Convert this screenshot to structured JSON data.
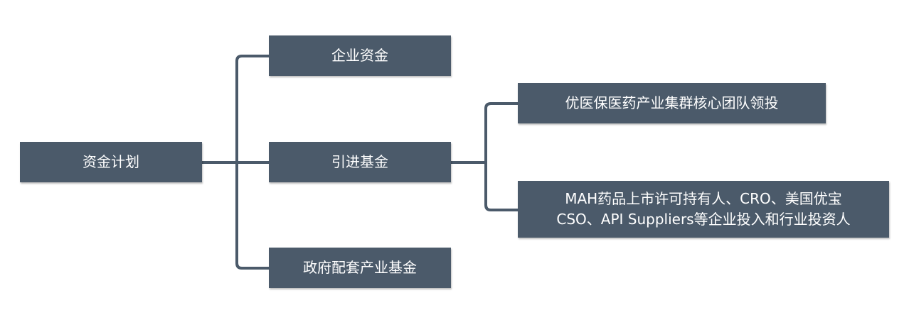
{
  "diagram": {
    "type": "mind-map",
    "colors": {
      "node_fill": "#4b5a6a",
      "node_text": "#ffffff",
      "connector": "#4b5a6a",
      "background": "#ffffff"
    },
    "root": {
      "label": "资金计划"
    },
    "branches": [
      {
        "label": "企业资金"
      },
      {
        "label": "引进基金",
        "children": [
          {
            "label": "优医保医药产业集群核心团队领投"
          },
          {
            "lines": [
              "MAH药品上市许可持有人、CRO、美国优宝",
              "CSO、API Suppliers等企业投入和行业投资人"
            ]
          }
        ]
      },
      {
        "label": "政府配套产业基金"
      }
    ]
  }
}
